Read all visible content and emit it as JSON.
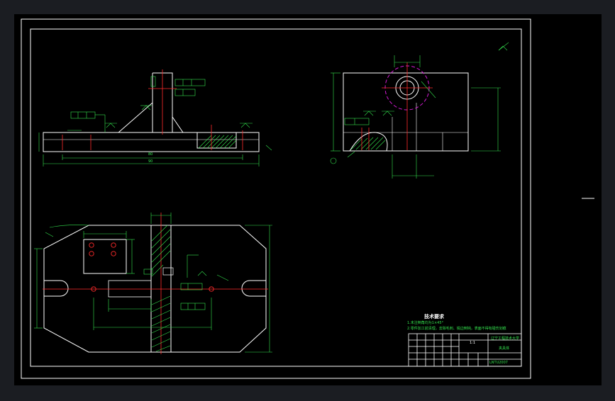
{
  "colors": {
    "viewport_bg": "#1b1d22",
    "canvas_bg": "#000000",
    "frame": "#ffffff",
    "outline": "#ffffff",
    "dimension": "#34e34e",
    "center": "#ff2b2b",
    "section_circle": "#d51bd5",
    "hatch": "#34e34e"
  },
  "drawing": {
    "technical_requirements_title": "技术要求",
    "notes": [
      "1.未注倒角均为1×45°",
      "2.零件加工前清理，去除毛刺、锐边倒钝，表面不得有碰伤划痕"
    ],
    "title_block": {
      "scale": "1:1",
      "organization": "辽宁工程技术大学",
      "drawing_name": "夹具体",
      "drawing_number": "LNTU2007"
    }
  },
  "side_menu": {
    "item_label": "—"
  }
}
